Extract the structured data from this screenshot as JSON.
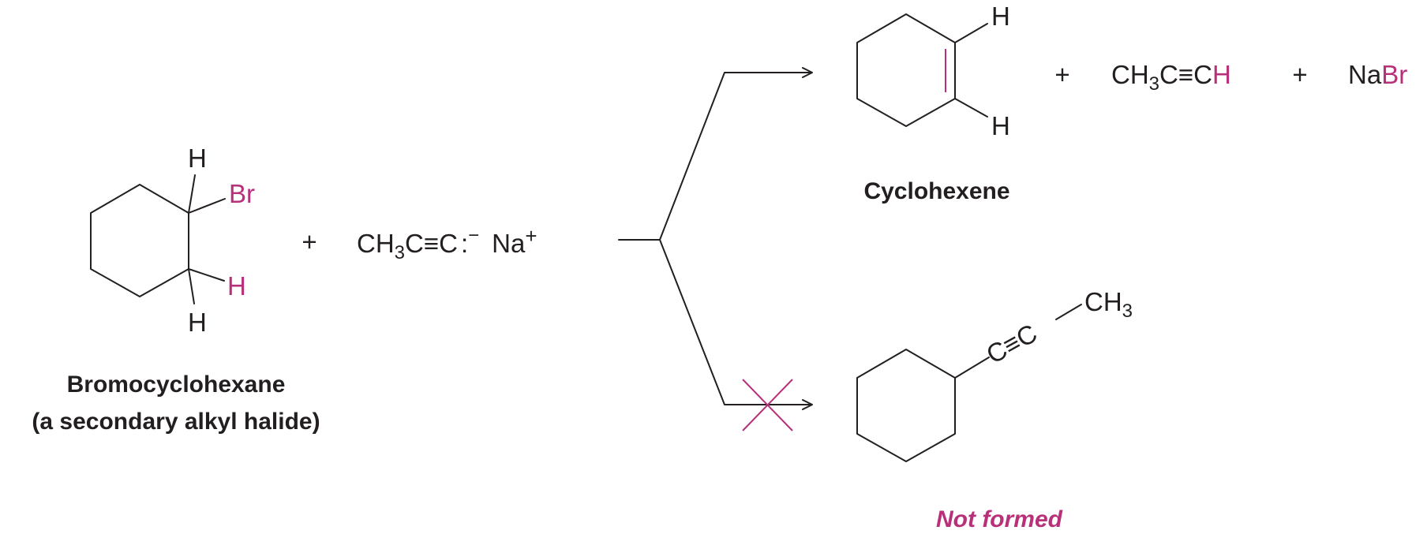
{
  "reactants": {
    "bromocyclohexane": {
      "atoms": {
        "h_top": "H",
        "br": "Br",
        "h_beta": "H",
        "h_bottom": "H"
      },
      "label_line1": "Bromocyclohexane",
      "label_line2": "(a secondary alkyl halide)"
    },
    "plus": "+",
    "acetylide": {
      "ch": "CH",
      "ch_sub": "3",
      "c1": "C",
      "triple": "≡",
      "c2": "C",
      "lone_pair": ":",
      "charge": "−",
      "counterion": "Na",
      "counterion_charge": "+"
    }
  },
  "elimination_products": {
    "cyclohexene": {
      "atoms": {
        "h_top": "H",
        "h_bottom": "H"
      },
      "label": "Cyclohexene"
    },
    "plus1": "+",
    "propyne": {
      "ch": "CH",
      "ch_sub": "3",
      "c1": "C",
      "triple": "≡",
      "c2": "C",
      "h": "H"
    },
    "plus2": "+",
    "sodium_bromide": {
      "na": "Na",
      "br": "Br"
    }
  },
  "substitution_product": {
    "atoms": {
      "c1": "C",
      "triple": "≡",
      "c2": "C",
      "ch": "CH",
      "ch_sub": "3"
    },
    "label": "Not formed"
  },
  "colors": {
    "highlight": "#b8307a",
    "ink": "#231f20"
  }
}
